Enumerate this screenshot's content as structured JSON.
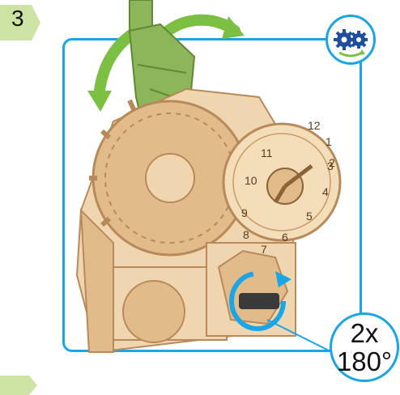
{
  "step": {
    "number": "3"
  },
  "instruction_badge": {
    "count": "2x",
    "angle": "180°"
  },
  "dial": {
    "numbers": [
      "12",
      "1",
      "2",
      "3",
      "4",
      "5",
      "6",
      "7",
      "8",
      "9",
      "10",
      "11"
    ]
  },
  "colors": {
    "frame_blue": "#1aa6e6",
    "step_green": "#cde3a3",
    "arrow_green": "#7bc043",
    "wood_light": "#f0d6b0",
    "wood_mid": "#e2bb8a",
    "wood_dark": "#b88a5a",
    "part_green": "#8db55a",
    "rotate_blue": "#1aa6e6",
    "gear_icon_blue": "#1d4f9e",
    "gear_icon_green": "#7bc043"
  },
  "icons": [
    "gear-pair-icon",
    "rotate-arrow-icon",
    "curved-arrow-icon"
  ]
}
